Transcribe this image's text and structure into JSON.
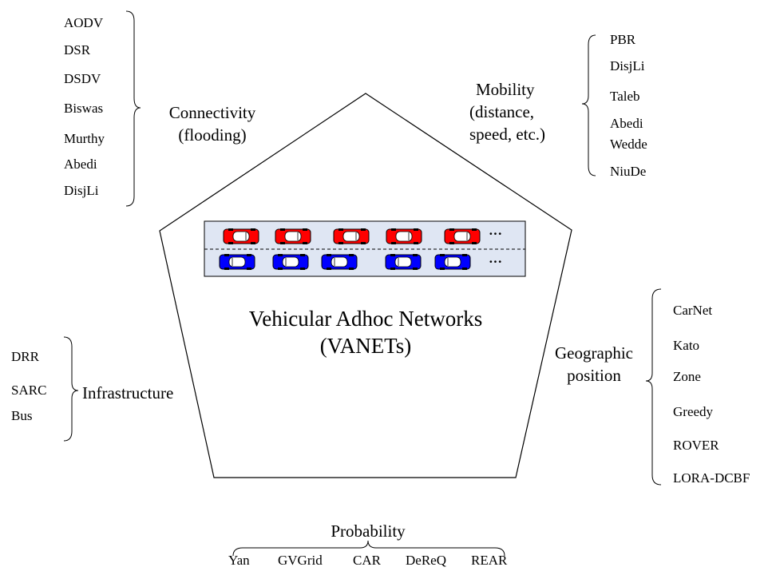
{
  "center": {
    "title_line1": "Vehicular Adhoc Networks",
    "title_line2": "(VANETs)"
  },
  "road": {
    "ellipsis_top": "···",
    "ellipsis_bottom": "···",
    "colors": {
      "lane_fill": "#dfe6f3",
      "top_cars": "#ff0000",
      "bottom_cars": "#0000ff",
      "car_window": "#ffffff"
    }
  },
  "connectivity": {
    "label_line1": "Connectivity",
    "label_line2": "(flooding)",
    "protocols": [
      "AODV",
      "DSR",
      "DSDV",
      "Biswas",
      "Murthy",
      "Abedi",
      "DisjLi"
    ]
  },
  "mobility": {
    "label_line1": "Mobility",
    "label_line2": "(distance,",
    "label_line3": "speed, etc.)",
    "protocols": [
      "PBR",
      "DisjLi",
      "Taleb",
      "Abedi",
      "Wedde",
      "NiuDe"
    ]
  },
  "infrastructure": {
    "label": "Infrastructure",
    "protocols": [
      "DRR",
      "SARC",
      "Bus"
    ]
  },
  "geographic": {
    "label_line1": "Geographic",
    "label_line2": "position",
    "protocols": [
      "CarNet",
      "Kato",
      "Zone",
      "Greedy",
      "ROVER",
      "LORA-DCBF"
    ]
  },
  "probability": {
    "label": "Probability",
    "protocols": [
      "Yan",
      "GVGrid",
      "CAR",
      "DeReQ",
      "REAR"
    ]
  }
}
